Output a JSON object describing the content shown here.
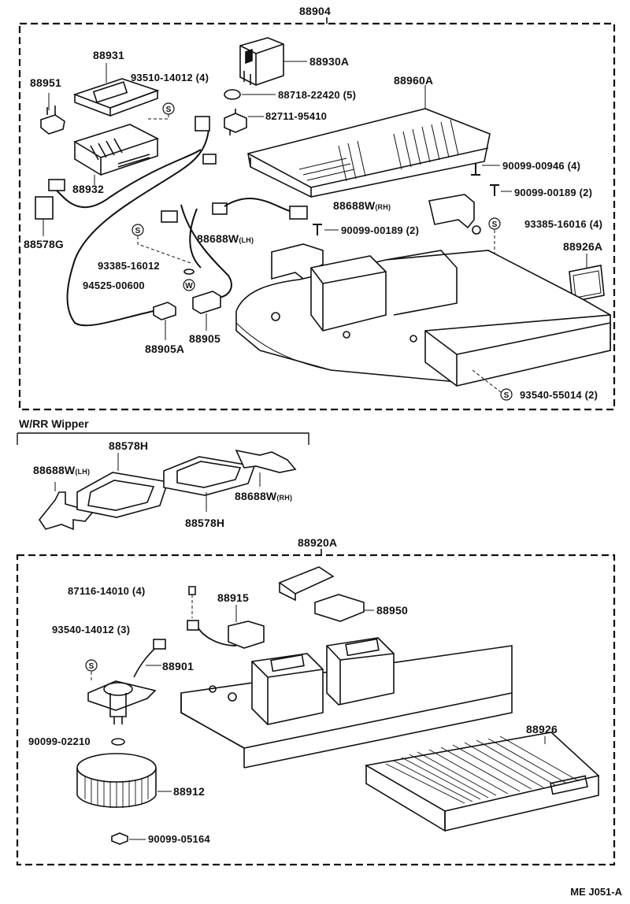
{
  "assembly_main": "88904",
  "assembly_lower": "88920A",
  "section_wrr": "W/RR Wipper",
  "footer_code": "ME J051-A",
  "parts": {
    "p88931": "88931",
    "p88951": "88951",
    "p93510": "93510-14012 (4)",
    "p88930A": "88930A",
    "p88718": "88718-22420 (5)",
    "p88960A": "88960A",
    "p82711": "82711-95410",
    "p88932": "88932",
    "p90099_00946": "90099-00946 (4)",
    "p90099_00189_a": "90099-00189 (2)",
    "p88578G": "88578G",
    "p88688W_RH_top": "88688W",
    "p88688W_RH_top_sub": "(RH)",
    "p90099_00189_b": "90099-00189 (2)",
    "p88688W_LH_top": "88688W",
    "p88688W_LH_top_sub": "(LH)",
    "p93385_16016": "93385-16016 (4)",
    "p93385_16012": "93385-16012",
    "p88926A": "88926A",
    "p94525": "94525-00600",
    "p88905": "88905",
    "p88905A": "88905A",
    "p93540_55014": "93540-55014 (2)",
    "p88578H_a": "88578H",
    "p88688W_LH_mid": "88688W",
    "p88688W_LH_mid_sub": "(LH)",
    "p88688W_RH_mid": "88688W",
    "p88688W_RH_mid_sub": "(RH)",
    "p88578H_b": "88578H",
    "p87116": "87116-14010 (4)",
    "p88915": "88915",
    "p88950": "88950",
    "p93540_14012": "93540-14012 (3)",
    "p88901": "88901",
    "p90099_02210": "90099-02210",
    "p88926": "88926",
    "p88912": "88912",
    "p90099_05164": "90099-05164"
  },
  "symbols": {
    "screw": "S",
    "washer": "W"
  }
}
